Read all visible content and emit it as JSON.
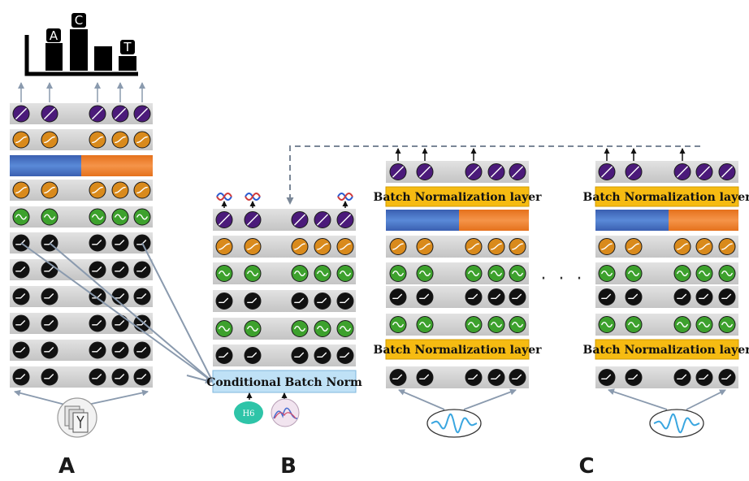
{
  "panels": {
    "a": {
      "label": "A"
    },
    "b": {
      "label": "B"
    },
    "c": {
      "label": "C"
    }
  },
  "logo": {
    "letters": [
      "A",
      "C",
      "T"
    ]
  },
  "conditional_bn": {
    "label": "Conditional Batch Norm"
  },
  "h6_label": "H6",
  "batch_norm_label": "Batch Normalization layer",
  "ellipsis": "· · ·",
  "colors": {
    "row_bg": "#d3d3d3",
    "purple_neuron": "#4b1a7a",
    "orange_neuron": "#d98a1c",
    "green_neuron": "#3da12d",
    "black_neuron": "#111111",
    "batch_norm_fill": "#f6bb12",
    "split_blue": "#3f6fc2",
    "split_orange": "#ef7d28",
    "cbn_fill": "#bfe1f6",
    "h6_fill": "#2ec4a8",
    "arrow": "#8a9aae",
    "wave": "#3aa6e0"
  }
}
